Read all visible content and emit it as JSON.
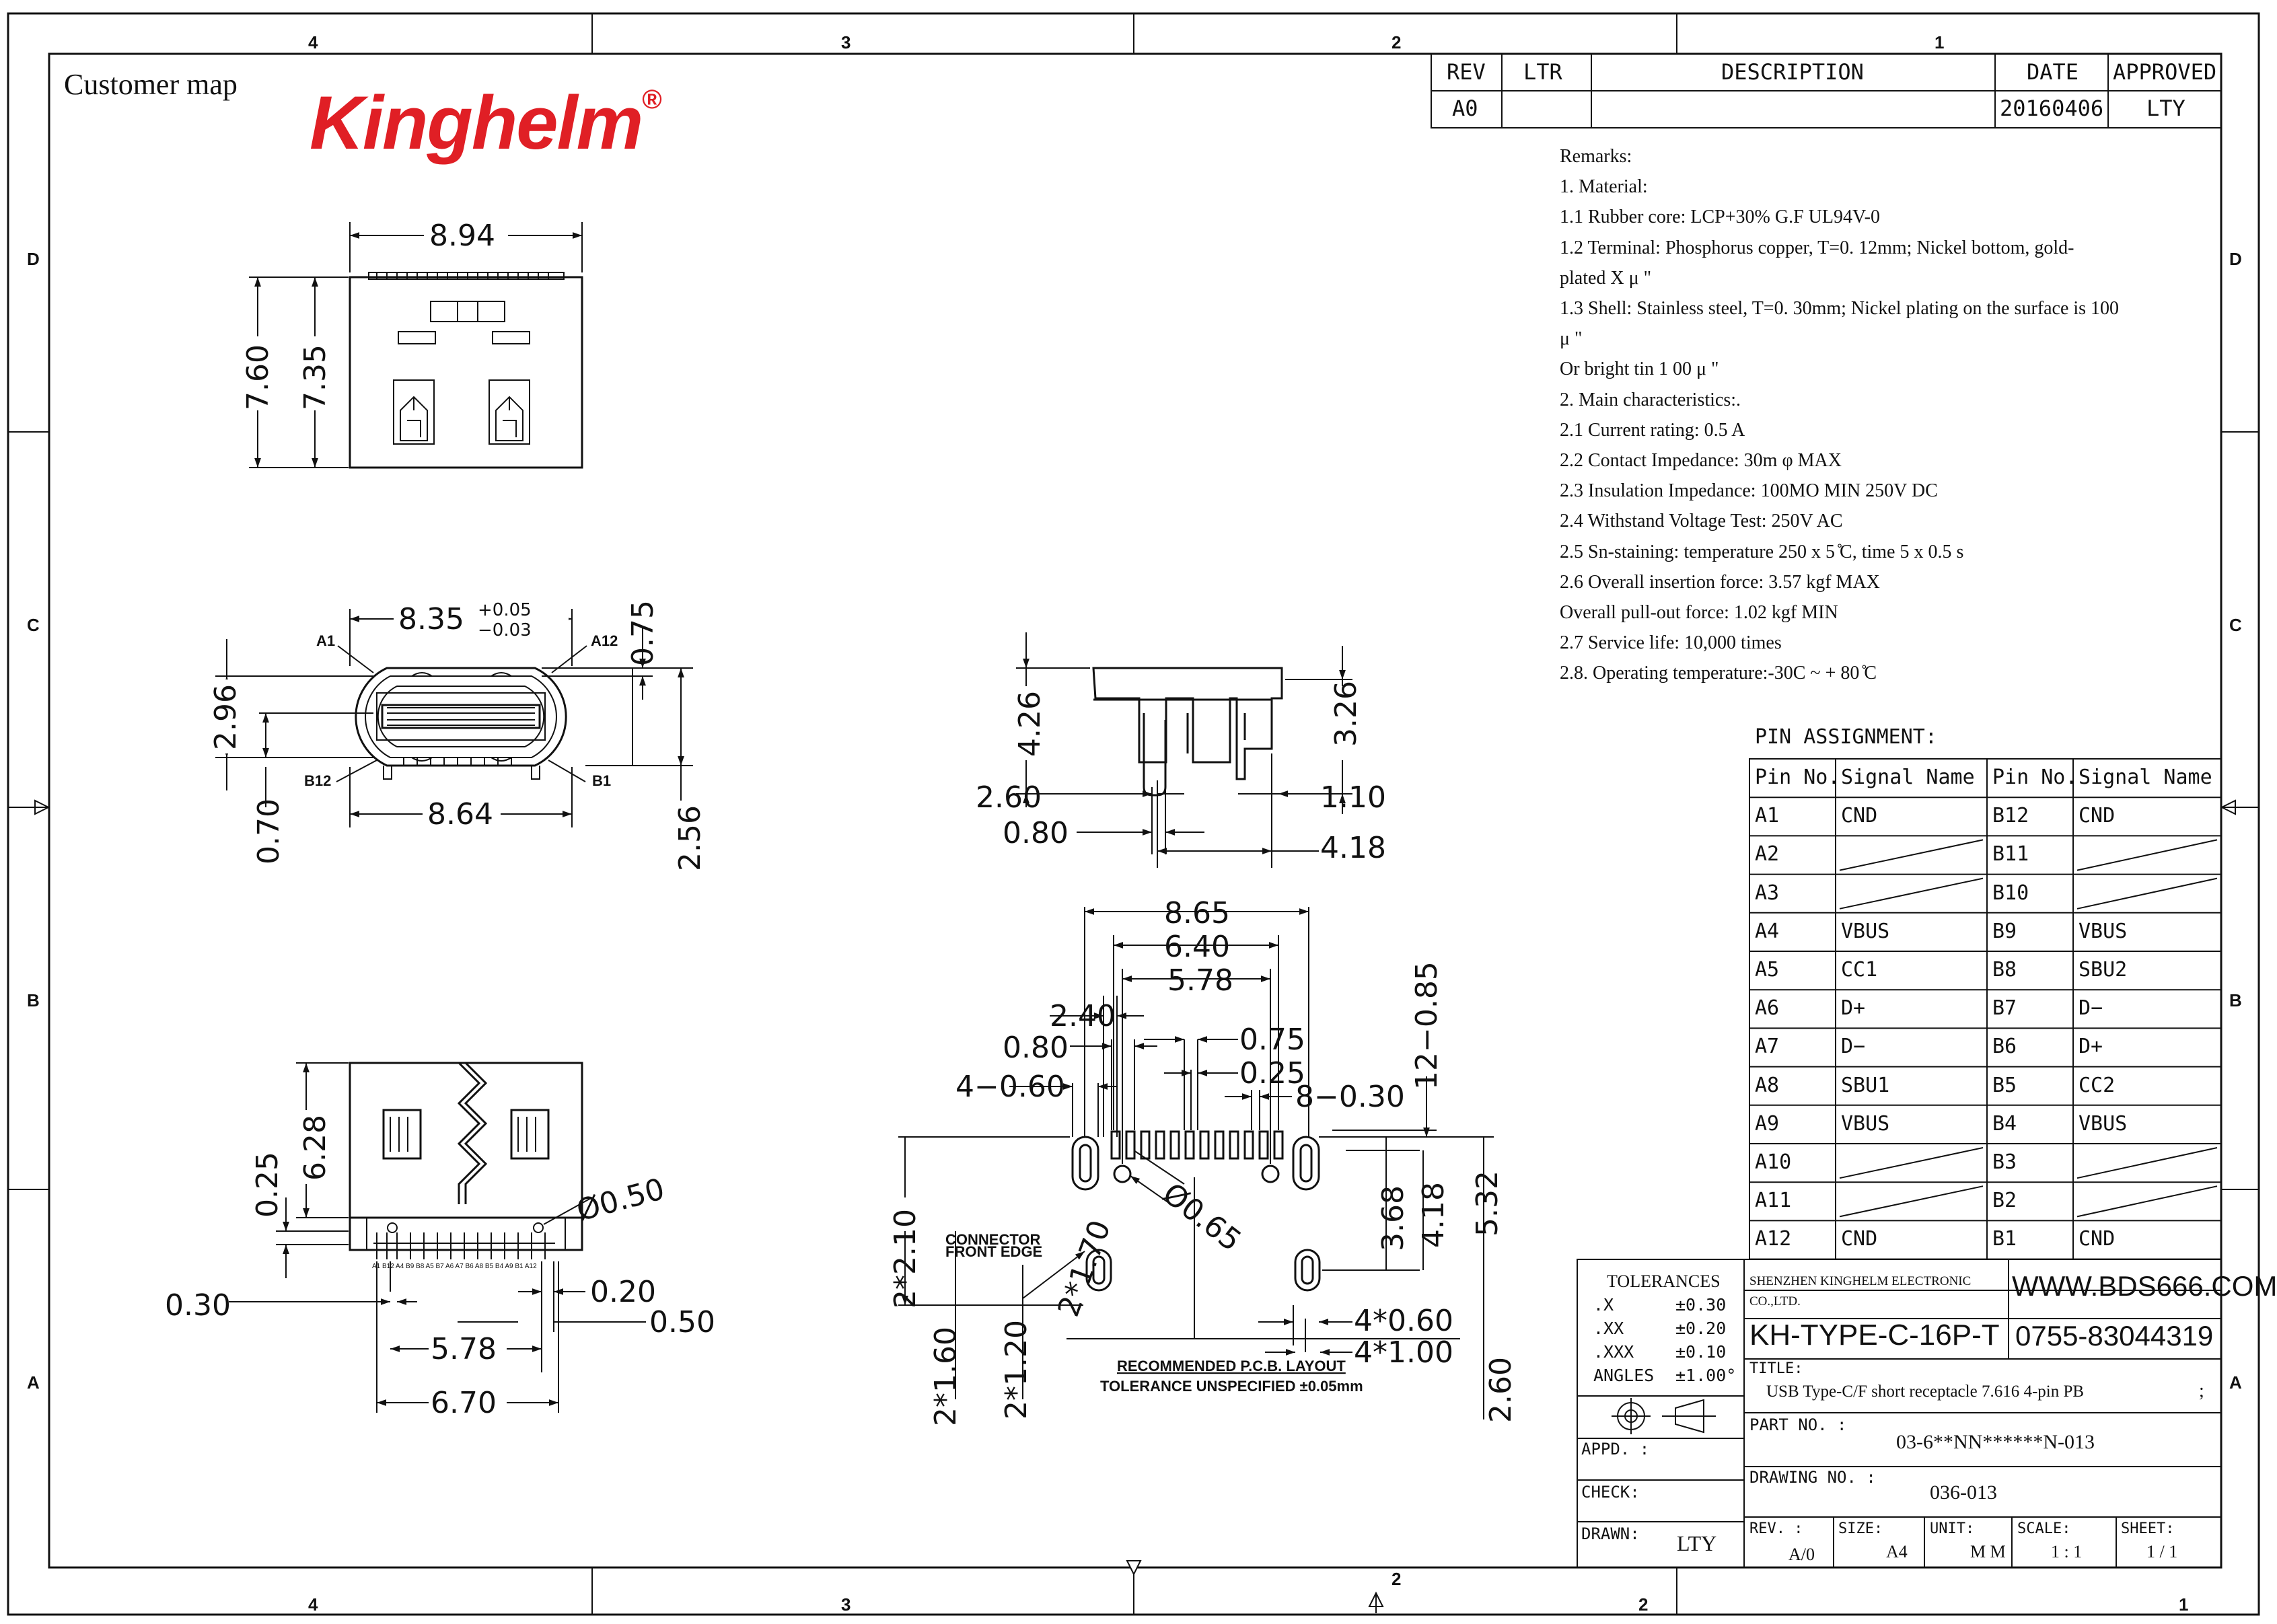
{
  "header": {
    "customer_map": "Customer map",
    "logo_text": "Kinghelm",
    "logo_reg": "®",
    "brand_color": "#e01f25"
  },
  "border": {
    "cols_top": [
      "4",
      "3",
      "2",
      "1"
    ],
    "cols_bottom": [
      "4",
      "3",
      "2",
      "2",
      "1"
    ],
    "rows_left": [
      "D",
      "C",
      "B",
      "A"
    ],
    "rows_right": [
      "D",
      "C",
      "B",
      "A"
    ]
  },
  "revision": {
    "headers": [
      "REV",
      "LTR",
      "DESCRIPTION",
      "DATE",
      "APPROVED"
    ],
    "row": [
      "A0",
      "",
      "",
      "20160406",
      "LTY"
    ]
  },
  "remarks": [
    "Remarks:",
    "1. Material:",
    "1.1 Rubber core: LCP+30% G.F UL94V-0",
    "1.2 Terminal: Phosphorus copper, T=0. 12mm; Nickel bottom, gold-",
    "plated X μ  \"",
    "1.3 Shell: Stainless steel, T=0. 30mm; Nickel plating on the surface is 100",
    "μ  \"",
    "Or bright tin 1 00 μ  \"",
    "2. Main characteristics:.",
    "2.1 Current rating: 0.5 A",
    "2.2 Contact Impedance: 30m φ  MAX",
    "2.3 Insulation Impedance: 100MO MIN 250V DC",
    "2.4 Withstand Voltage Test: 250V AC",
    "2.5 Sn-staining: temperature 250 x 5 ̊C, time 5 x 0.5 s",
    "2.6 Overall insertion force: 3.57 kgf MAX",
    "Overall pull-out force: 1.02 kgf MIN",
    "2.7 Service life: 10,000 times",
    "2.8. Operating temperature:-30C ~ + 80 ̊C"
  ],
  "pin_assignment": {
    "title": "PIN ASSIGNMENT:",
    "headers": [
      "Pin No.",
      "Signal Name",
      "Pin No.",
      "Signal Name"
    ],
    "rows": [
      [
        "A1",
        "CND",
        "B12",
        "CND"
      ],
      [
        "A2",
        "",
        "B11",
        ""
      ],
      [
        "A3",
        "",
        "B10",
        ""
      ],
      [
        "A4",
        "VBUS",
        "B9",
        "VBUS"
      ],
      [
        "A5",
        "CC1",
        "B8",
        "SBU2"
      ],
      [
        "A6",
        "D+",
        "B7",
        "D−"
      ],
      [
        "A7",
        "D−",
        "B6",
        "D+"
      ],
      [
        "A8",
        "SBU1",
        "B5",
        "CC2"
      ],
      [
        "A9",
        "VBUS",
        "B4",
        "VBUS"
      ],
      [
        "A10",
        "",
        "B3",
        ""
      ],
      [
        "A11",
        "",
        "B2",
        ""
      ],
      [
        "A12",
        "CND",
        "B1",
        "CND"
      ]
    ],
    "empty_rows": [
      1,
      2,
      9,
      10
    ]
  },
  "title_block": {
    "tolerances_title": "TOLERANCES",
    "tol_rows": [
      [
        ".X",
        "±0.30"
      ],
      [
        ".XX",
        "±0.20"
      ],
      [
        ".XXX",
        "±0.10"
      ],
      [
        "ANGLES",
        "±1.00°"
      ]
    ],
    "company": "SHENZHEN KINGHELM ELECTRONIC CO.,LTD.",
    "website": "WWW.BDS666.COM",
    "model": "KH-TYPE-C-16P-T",
    "phone": "0755-83044319",
    "title_label": "TITLE:",
    "title_value": "USB Type-C/F short receptacle 7.616 4-pin PB",
    "title_mark": ";",
    "part_label": "PART NO. :",
    "part_value": "03-6**NN******N-013",
    "drawing_label": "DRAWING NO. :",
    "drawing_value": "036-013",
    "appd_label": "APPD. :",
    "check_label": "CHECK:",
    "drawn_label": "DRAWN:",
    "drawn_value": "LTY",
    "rev_label": "REV. :",
    "rev_value": "A/0",
    "size_label": "SIZE:",
    "size_value": "A4",
    "unit_label": "UNIT:",
    "unit_value": "M M",
    "scale_label": "SCALE:",
    "scale_value": "1 : 1",
    "sheet_label": "SHEET:",
    "sheet_value": "1 / 1"
  },
  "dims": {
    "top_w": "8.94",
    "top_h1": "7.60",
    "top_h2": "7.35",
    "front_w_base": "8.35",
    "front_tol_plus": "+0.05",
    "front_tol_minus": "−0.03",
    "front_a1": "A1",
    "front_a12": "A12",
    "front_b12": "B12",
    "front_b1": "B1",
    "front_h": "2.96",
    "front_r": "0.75",
    "front_bw": "8.64",
    "front_bl": "0.70",
    "front_br": "2.56",
    "side_h1": "4.26",
    "side_h2": "3.26",
    "side_l1": "2.60",
    "side_l2": "0.80",
    "side_r1": "1.10",
    "side_r2": "4.18",
    "bot_h1": "6.28",
    "bot_h2": "0.25",
    "bot_dia": "Ø0.50",
    "bot_l": "0.30",
    "bot_r1": "0.20",
    "bot_r2": "0.50",
    "bot_w1": "5.78",
    "bot_w2": "6.70",
    "pcb_w1": "8.65",
    "pcb_w2": "6.40",
    "pcb_w3": "5.78",
    "pcb_l1": "2.40",
    "pcb_l2": "0.80",
    "pcb_l3": "4−0.60",
    "pcb_r1": "0.75",
    "pcb_r2": "0.25",
    "pcb_r3": "8−0.30",
    "pcb_rv": "12−0.85",
    "pcb_dia": "Ø0.65",
    "pcb_v1": "3.68",
    "pcb_v2": "4.18",
    "pcb_v3": "5.32",
    "pcb_v4": "2.60",
    "pcb_lv1": "2*2.10",
    "pcb_lv2": "2*1.70",
    "pcb_lv3": "2*1.60",
    "pcb_lv4": "2*1.20",
    "pcb_b1": "4*0.60",
    "pcb_b2": "4*1.00",
    "connector_edge_1": "CONNECTOR",
    "connector_edge_2": "FRONT EDGE",
    "pcb_note1": "RECOMMENDED  P.C.B. LAYOUT",
    "pcb_note2": "TOLERANCE UNSPECIFIED ±0.05mm",
    "pin_row_labels": "A1 B12 A4 B9 B8 A5 B7 A6 A7 B6 A8 B5 B4 A9 B1 A12"
  }
}
